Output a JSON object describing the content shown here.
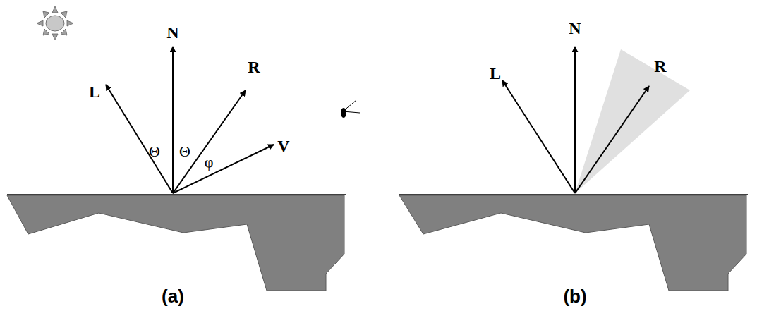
{
  "diagram": {
    "labels": [
      "N",
      "L",
      "R",
      "Θ",
      "Θ",
      "φ",
      "V",
      "(a)",
      "N",
      "L",
      "R",
      "(b)"
    ]
  }
}
